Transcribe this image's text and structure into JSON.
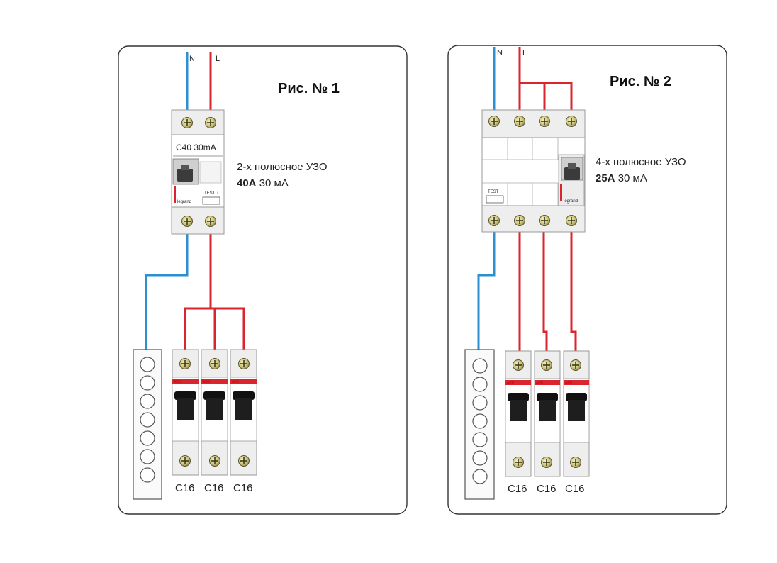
{
  "figure1": {
    "title": "Рис. № 1",
    "wire_n": "N",
    "wire_l": "L",
    "device_rating": "C40 30mA",
    "device_test": "TEST ↓",
    "device_brand": "legrand",
    "desc_line1": "2-х полюсное  УЗО",
    "desc_rating_bold": "40А",
    "desc_rating_rest": " 30 мА",
    "breaker_brand": "ABB",
    "breakers": [
      "С16",
      "С16",
      "С16"
    ]
  },
  "figure2": {
    "title": "Рис. № 2",
    "wire_n": "N",
    "wire_l": "L",
    "device_test": "TEST ↓",
    "device_brand": "legrand",
    "desc_line1": "4-х полюсное УЗО",
    "desc_rating_bold": "25А",
    "desc_rating_rest": " 30 мА",
    "breaker_brand": "ABB",
    "breakers": [
      "С16",
      "С16",
      "С16"
    ]
  },
  "colors": {
    "neutral": "#2b8fd0",
    "line": "#d9252e",
    "frame": "#333333",
    "device": "#eeeeee"
  }
}
